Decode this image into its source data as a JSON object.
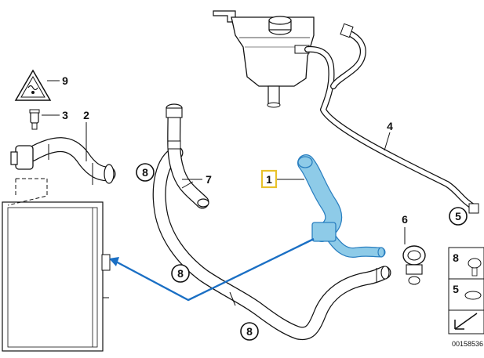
{
  "callouts": {
    "c1": "1",
    "c2": "2",
    "c3": "3",
    "c4": "4",
    "c5": "5",
    "c6": "6",
    "c7": "7",
    "c8a": "8",
    "c8b": "8",
    "c8c": "8",
    "c9": "9",
    "legend8": "8",
    "legend5": "5"
  },
  "image_number": "00158536",
  "colors": {
    "highlight_hose": "#8ecbe8",
    "highlight_stroke": "#2a7fc0",
    "arrow": "#1a6fc4",
    "callout_box": "#e8c22a"
  }
}
